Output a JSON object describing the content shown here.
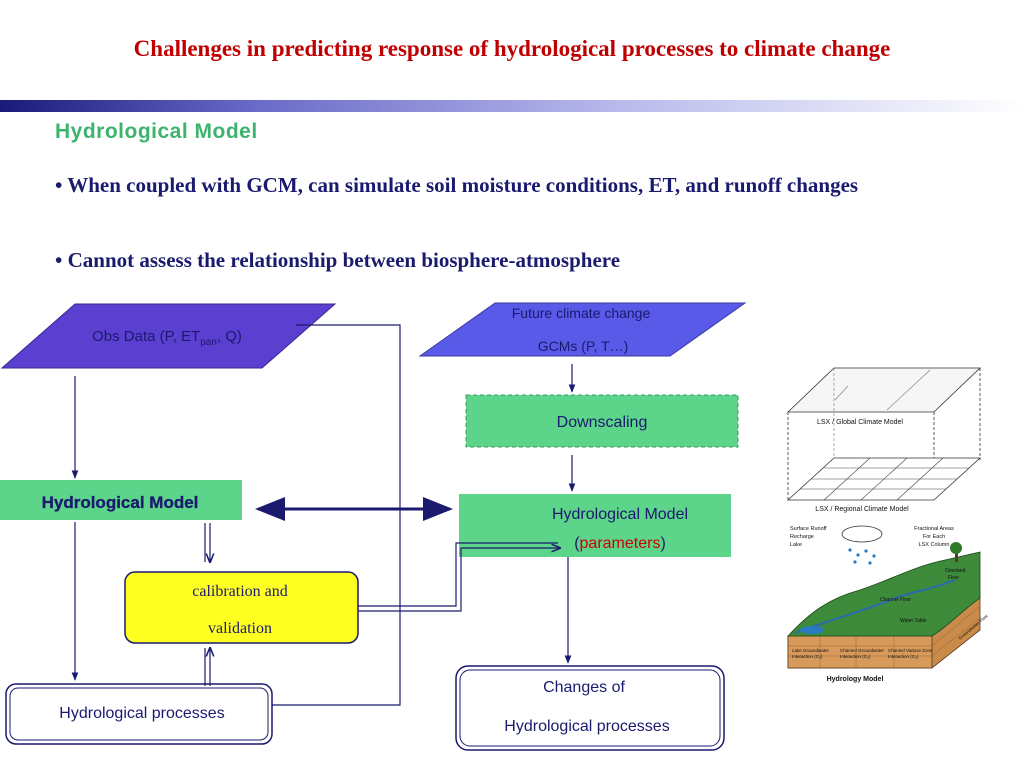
{
  "slide": {
    "title": "Challenges in predicting response of hydrological processes to climate change",
    "subheading": "Hydrological Model",
    "bullets": [
      "• When coupled with GCM, can simulate soil moisture conditions, ET, and runoff changes",
      "• Cannot assess the relationship between biosphere-atmosphere"
    ]
  },
  "diagram": {
    "obs_data": {
      "prefix": "Obs Data (P, ET",
      "subscript": "pan",
      "suffix": ", Q)"
    },
    "future": {
      "line1": "Future climate change",
      "line2": "GCMs (P, T…)"
    },
    "downscaling": "Downscaling",
    "hydro_left": "Hydrological Model",
    "hydro_right": {
      "line1": "Hydrological Model",
      "open": "(",
      "param": "parameters",
      "close": ")"
    },
    "calibration": {
      "line1": "calibration and",
      "line2": "validation"
    },
    "processes_left": "Hydrological processes",
    "changes": {
      "line1": "Changes of",
      "line2": "Hydrological processes"
    }
  },
  "figure": {
    "top_label": "LSX / Global Climate Model",
    "mid_label": "LSX / Regional Climate Model",
    "bottom_label": "Hydrology Model",
    "left_labels": [
      "Surface Runoff",
      "Recharge",
      "Lake"
    ],
    "right_labels": [
      "Fractional Areas",
      "For Each",
      "LSX Column"
    ],
    "terrain_labels": [
      "Overland",
      "Flow",
      "Channel Flow",
      "Water Table"
    ],
    "bottom_labels": [
      "Lake Groundwater",
      "Interaction (C₀)",
      "Channel Groundwater",
      "Interaction (C₀)",
      "Channel Vadose Zone",
      "Interaction (C₀)"
    ],
    "side_label": "Groundwater Flow"
  },
  "colors": {
    "title": "#c00000",
    "text": "#1a1a6e",
    "green_box": "#5cd48a",
    "subhead": "#3cb46e",
    "para_obs": "#5b3fd0",
    "para_future": "#5a5ae8",
    "yellow": "#ffff22",
    "arrow": "#1a1a6e",
    "param_red": "#d00000"
  }
}
